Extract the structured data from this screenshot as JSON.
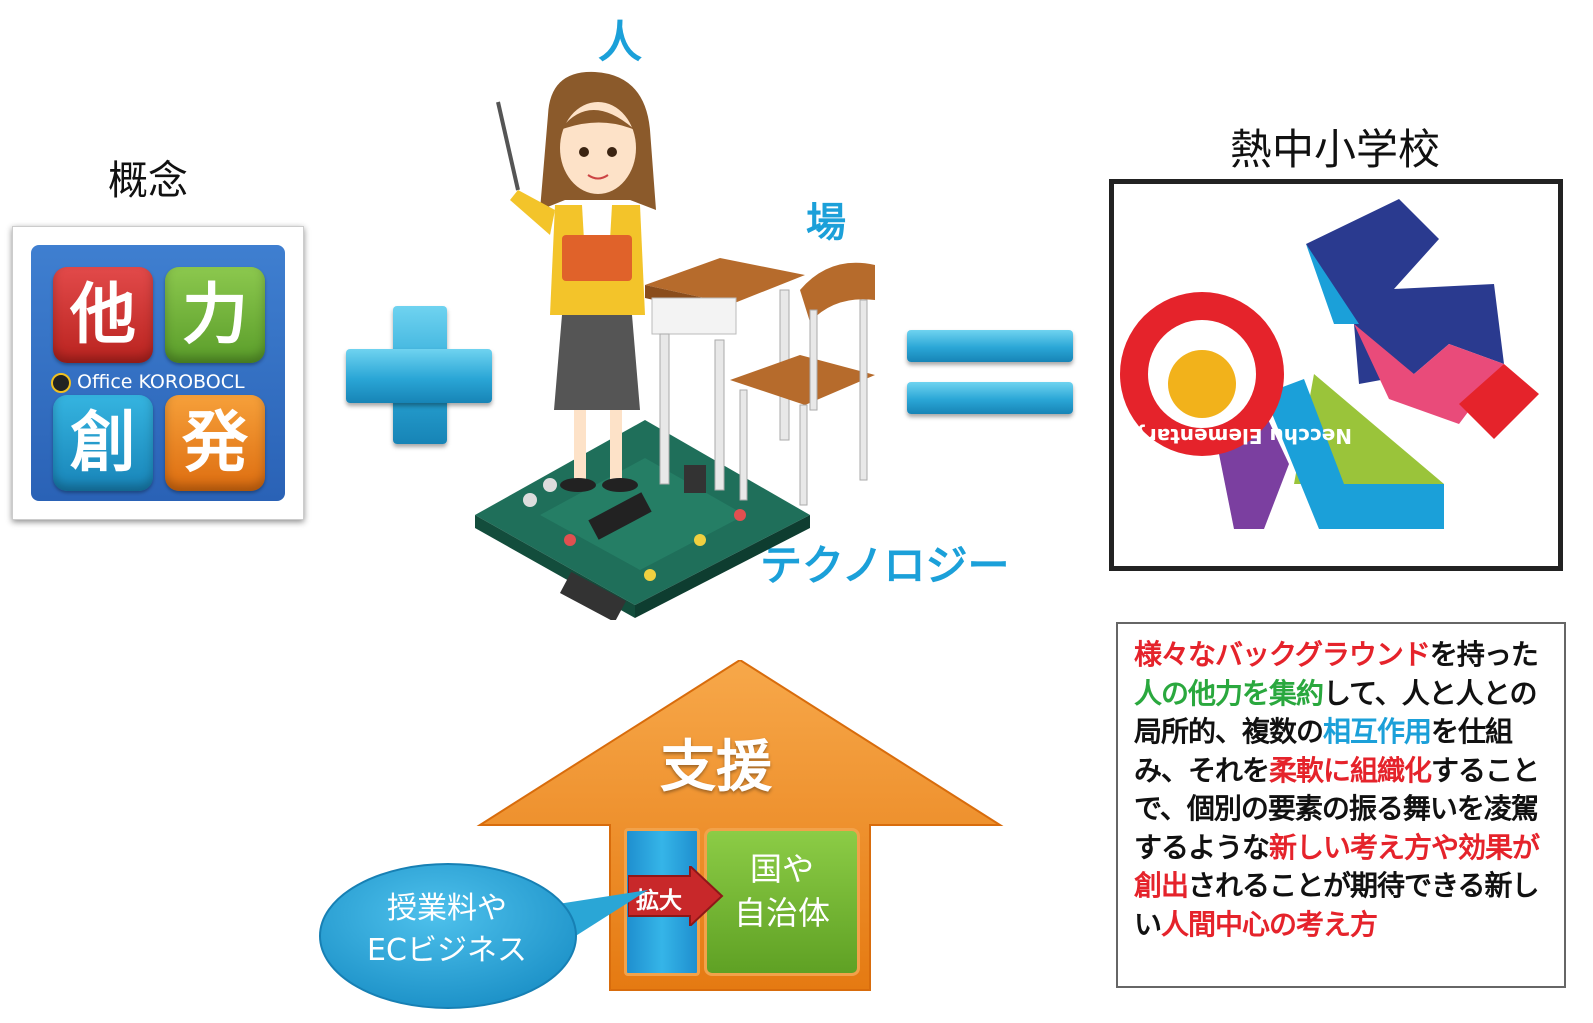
{
  "labels": {
    "concept": "概念",
    "person": "人",
    "place": "場",
    "technology": "テクノロジー",
    "school": "熱中小学校"
  },
  "concept_tile": {
    "chars": [
      "他",
      "力",
      "創",
      "発"
    ],
    "brand": "Office KOROBOCL"
  },
  "school_logo": {
    "ring_text": "Necchu Elementary School"
  },
  "support": {
    "title": "支援",
    "expand": "拡大",
    "government": "国や\n自治体",
    "bubble": "授業料や\nECビジネス"
  },
  "description": {
    "segments": [
      {
        "text": "様々なバックグラウンド",
        "color": "red"
      },
      {
        "text": "を持った",
        "color": "black"
      },
      {
        "text": "人の他力を集約",
        "color": "green"
      },
      {
        "text": "して、人と人との局所的、複数の",
        "color": "black"
      },
      {
        "text": "相互作用",
        "color": "blue"
      },
      {
        "text": "を仕組み、それを",
        "color": "black"
      },
      {
        "text": "柔軟に組織化",
        "color": "red"
      },
      {
        "text": "することで、個別の要素の振る舞いを凌駕するような",
        "color": "black"
      },
      {
        "text": "新しい考え方や効果が創出",
        "color": "red"
      },
      {
        "text": "されることが期待できる新しい",
        "color": "black"
      },
      {
        "text": "人間中心の考え方",
        "color": "red"
      }
    ]
  },
  "colors": {
    "accent_blue": "#1ba0d9",
    "accent_red": "#e5232b",
    "accent_green": "#2aa83e",
    "arrow_orange": "#f08a1e"
  }
}
